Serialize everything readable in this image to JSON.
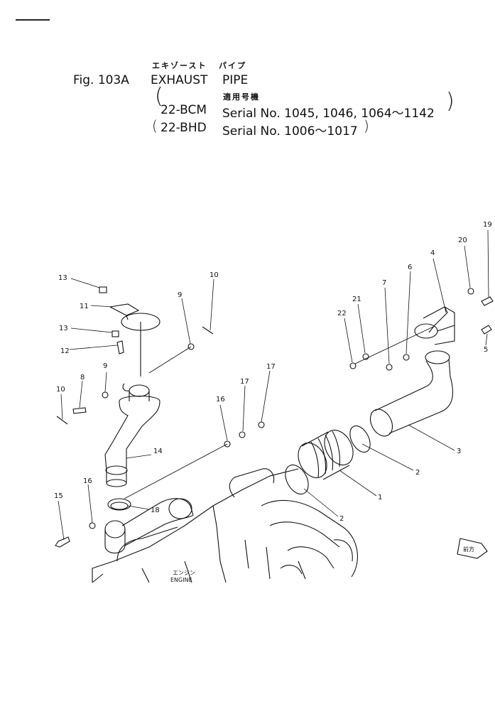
{
  "header": {
    "jp_name": "エキゾースト",
    "jp_part": "パイプ",
    "fig": "Fig. 103A",
    "title1": "EXHAUST",
    "title2": "PIPE",
    "jp_serial": "適用号機",
    "model1": "22-BCM",
    "serial1": "Serial No. 1045, 1046, 1064～1142",
    "model2": "22-BHD",
    "serial2": "Serial No. 1006～1017"
  },
  "callouts": {
    "c1": "1",
    "c2a": "2",
    "c2b": "2",
    "c3": "3",
    "c4": "4",
    "c5": "5",
    "c6": "6",
    "c7": "7",
    "c8": "8",
    "c9a": "9",
    "c9b": "9",
    "c10a": "10",
    "c10b": "10",
    "c11": "11",
    "c12": "12",
    "c13a": "13",
    "c13b": "13",
    "c14": "14",
    "c15": "15",
    "c16a": "16",
    "c16b": "16",
    "c17a": "17",
    "c17b": "17",
    "c18": "18",
    "c19": "19",
    "c20": "20",
    "c21": "21",
    "c22": "22"
  },
  "engine": {
    "jp": "エンジン",
    "en": "ENGINE"
  },
  "arrow_label": "前方"
}
